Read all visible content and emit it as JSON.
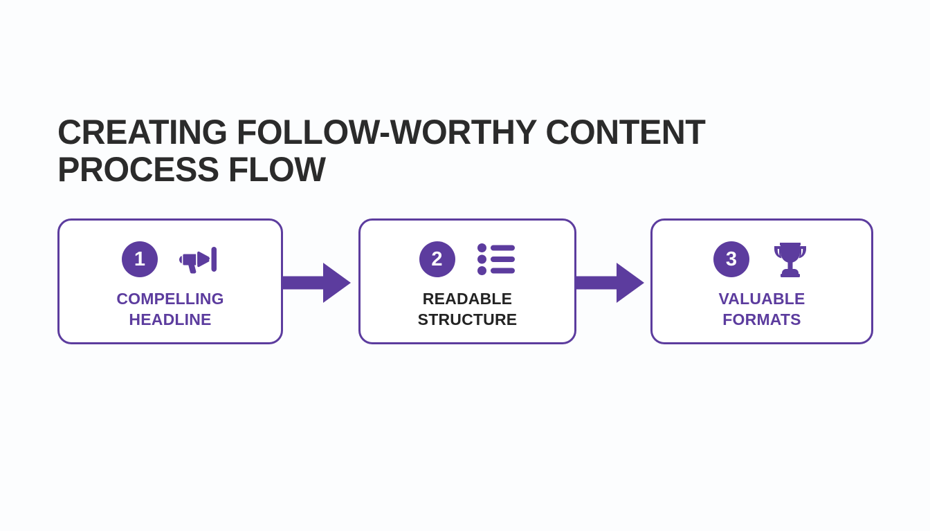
{
  "slide": {
    "background_color": "#fcfdfe",
    "accent_color": "#5c3c9e",
    "title_color": "#2b2b2b",
    "title_lines": [
      "CREATING FOLLOW-WORTHY CONTENT",
      "PROCESS FLOW"
    ]
  },
  "flow": {
    "steps": [
      {
        "number": "1",
        "icon": "megaphone-icon",
        "label_lines": [
          "COMPELLING",
          "HEADLINE"
        ],
        "label_color": "#5c3c9e"
      },
      {
        "number": "2",
        "icon": "bulleted-list-icon",
        "label_lines": [
          "READABLE",
          "STRUCTURE"
        ],
        "label_color": "#232323"
      },
      {
        "number": "3",
        "icon": "trophy-icon",
        "label_lines": [
          "VALUABLE",
          "FORMATS"
        ],
        "label_color": "#5c3c9e"
      }
    ],
    "connectors": [
      {
        "icon": "arrow-right-icon"
      },
      {
        "icon": "arrow-right-icon"
      }
    ]
  }
}
